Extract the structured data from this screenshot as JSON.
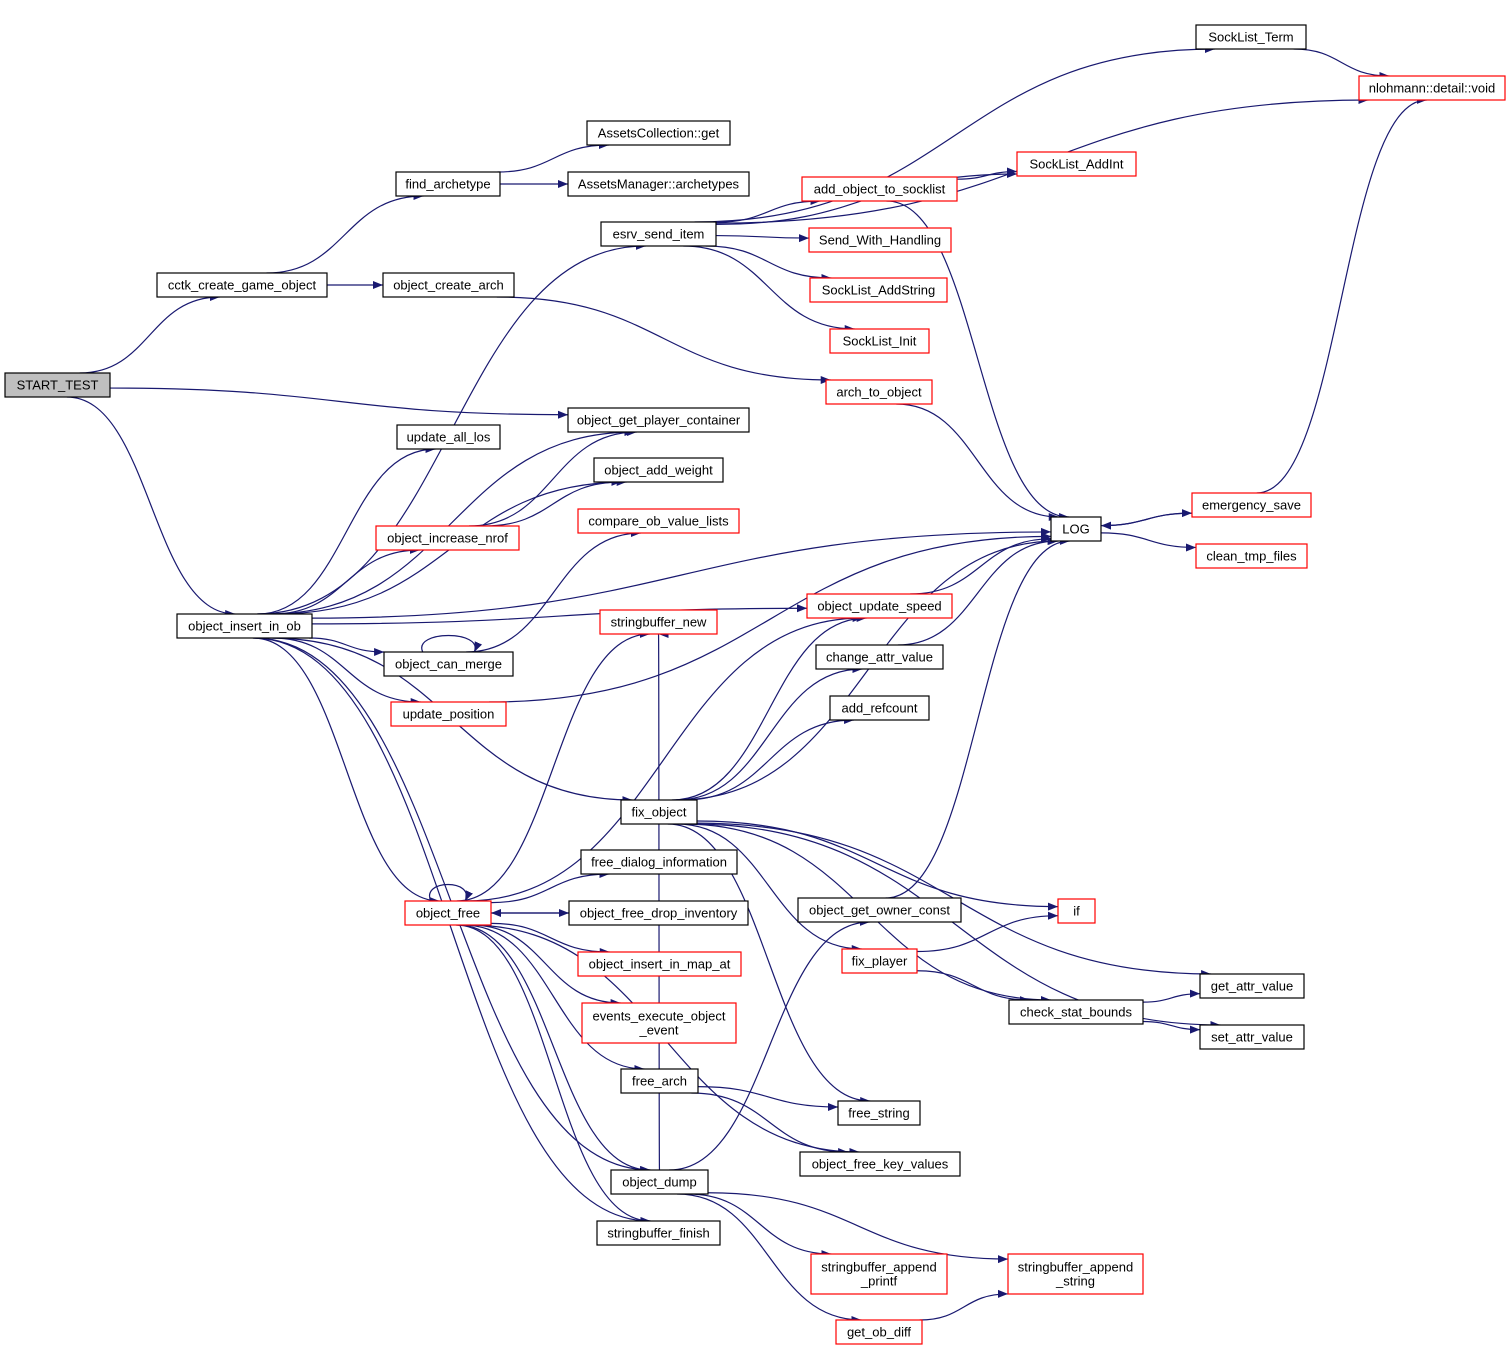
{
  "graph": {
    "root": "START_TEST",
    "nodes": {
      "start_test": {
        "label": [
          "START_TEST"
        ],
        "style": "root"
      },
      "cctk": {
        "label": [
          "cctk_create_game_object"
        ],
        "style": "normal"
      },
      "find_arch": {
        "label": [
          "find_archetype"
        ],
        "style": "normal"
      },
      "assets_get": {
        "label": [
          "AssetsCollection::get"
        ],
        "style": "normal"
      },
      "assets_arch": {
        "label": [
          "AssetsManager::archetypes"
        ],
        "style": "normal"
      },
      "obj_create_arch": {
        "label": [
          "object_create_arch"
        ],
        "style": "normal"
      },
      "esrv_send_item": {
        "label": [
          "esrv_send_item"
        ],
        "style": "normal"
      },
      "socklist_term": {
        "label": [
          "SockList_Term"
        ],
        "style": "normal"
      },
      "nlohmann_void": {
        "label": [
          "nlohmann::detail::void"
        ],
        "style": "red"
      },
      "socklist_addint": {
        "label": [
          "SockList_AddInt"
        ],
        "style": "red"
      },
      "add_obj_socklist": {
        "label": [
          "add_object_to_socklist"
        ],
        "style": "red"
      },
      "send_with_handling": {
        "label": [
          "Send_With_Handling"
        ],
        "style": "red"
      },
      "socklist_addstring": {
        "label": [
          "SockList_AddString"
        ],
        "style": "red"
      },
      "socklist_init": {
        "label": [
          "SockList_Init"
        ],
        "style": "red"
      },
      "arch_to_object": {
        "label": [
          "arch_to_object"
        ],
        "style": "red"
      },
      "obj_get_player": {
        "label": [
          "object_get_player_container"
        ],
        "style": "normal"
      },
      "update_all_los": {
        "label": [
          "update_all_los"
        ],
        "style": "normal"
      },
      "obj_add_weight": {
        "label": [
          "object_add_weight"
        ],
        "style": "normal"
      },
      "obj_increase_nrof": {
        "label": [
          "object_increase_nrof"
        ],
        "style": "red"
      },
      "compare_ob": {
        "label": [
          "compare_ob_value_lists"
        ],
        "style": "red"
      },
      "log": {
        "label": [
          "LOG"
        ],
        "style": "normal"
      },
      "emergency_save": {
        "label": [
          "emergency_save"
        ],
        "style": "red"
      },
      "clean_tmp": {
        "label": [
          "clean_tmp_files"
        ],
        "style": "red"
      },
      "obj_insert_in_ob": {
        "label": [
          "object_insert_in_ob"
        ],
        "style": "normal"
      },
      "obj_update_speed": {
        "label": [
          "object_update_speed"
        ],
        "style": "red"
      },
      "stringbuffer_new": {
        "label": [
          "stringbuffer_new"
        ],
        "style": "red"
      },
      "obj_can_merge": {
        "label": [
          "object_can_merge"
        ],
        "style": "normal"
      },
      "change_attr": {
        "label": [
          "change_attr_value"
        ],
        "style": "normal"
      },
      "update_position": {
        "label": [
          "update_position"
        ],
        "style": "red"
      },
      "add_refcount": {
        "label": [
          "add_refcount"
        ],
        "style": "normal"
      },
      "fix_object": {
        "label": [
          "fix_object"
        ],
        "style": "normal"
      },
      "free_dialog": {
        "label": [
          "free_dialog_information"
        ],
        "style": "normal"
      },
      "obj_free": {
        "label": [
          "object_free"
        ],
        "style": "red"
      },
      "obj_free_drop": {
        "label": [
          "object_free_drop_inventory"
        ],
        "style": "normal"
      },
      "obj_get_owner": {
        "label": [
          "object_get_owner_const"
        ],
        "style": "normal"
      },
      "if": {
        "label": [
          "if"
        ],
        "style": "red"
      },
      "obj_insert_map": {
        "label": [
          "object_insert_in_map_at"
        ],
        "style": "red"
      },
      "fix_player": {
        "label": [
          "fix_player"
        ],
        "style": "red"
      },
      "events_exec": {
        "label": [
          "events_execute_object",
          "_event"
        ],
        "style": "red"
      },
      "get_attr": {
        "label": [
          "get_attr_value"
        ],
        "style": "normal"
      },
      "check_stat": {
        "label": [
          "check_stat_bounds"
        ],
        "style": "normal"
      },
      "set_attr": {
        "label": [
          "set_attr_value"
        ],
        "style": "normal"
      },
      "free_arch": {
        "label": [
          "free_arch"
        ],
        "style": "normal"
      },
      "free_string": {
        "label": [
          "free_string"
        ],
        "style": "normal"
      },
      "obj_free_kv": {
        "label": [
          "object_free_key_values"
        ],
        "style": "normal"
      },
      "obj_dump": {
        "label": [
          "object_dump"
        ],
        "style": "normal"
      },
      "stringbuffer_finish": {
        "label": [
          "stringbuffer_finish"
        ],
        "style": "normal"
      },
      "sb_append_printf": {
        "label": [
          "stringbuffer_append",
          "_printf"
        ],
        "style": "red"
      },
      "sb_append_string": {
        "label": [
          "stringbuffer_append",
          "_string"
        ],
        "style": "red"
      },
      "get_ob_diff": {
        "label": [
          "get_ob_diff"
        ],
        "style": "red"
      }
    },
    "edges": [
      [
        "start_test",
        "cctk"
      ],
      [
        "start_test",
        "obj_get_player"
      ],
      [
        "start_test",
        "obj_insert_in_ob"
      ],
      [
        "cctk",
        "find_arch"
      ],
      [
        "cctk",
        "obj_create_arch"
      ],
      [
        "find_arch",
        "assets_get"
      ],
      [
        "find_arch",
        "assets_arch"
      ],
      [
        "obj_create_arch",
        "arch_to_object"
      ],
      [
        "esrv_send_item",
        "socklist_term"
      ],
      [
        "esrv_send_item",
        "nlohmann_void"
      ],
      [
        "esrv_send_item",
        "socklist_addint"
      ],
      [
        "esrv_send_item",
        "add_obj_socklist"
      ],
      [
        "esrv_send_item",
        "send_with_handling"
      ],
      [
        "esrv_send_item",
        "socklist_addstring"
      ],
      [
        "esrv_send_item",
        "socklist_init"
      ],
      [
        "socklist_term",
        "nlohmann_void"
      ],
      [
        "add_obj_socklist",
        "socklist_addint"
      ],
      [
        "add_obj_socklist",
        "log"
      ],
      [
        "arch_to_object",
        "log"
      ],
      [
        "obj_insert_in_ob",
        "esrv_send_item"
      ],
      [
        "obj_insert_in_ob",
        "obj_get_player"
      ],
      [
        "obj_insert_in_ob",
        "update_all_los"
      ],
      [
        "obj_insert_in_ob",
        "obj_add_weight"
      ],
      [
        "obj_insert_in_ob",
        "obj_increase_nrof"
      ],
      [
        "obj_insert_in_ob",
        "log"
      ],
      [
        "obj_insert_in_ob",
        "obj_can_merge"
      ],
      [
        "obj_insert_in_ob",
        "update_position"
      ],
      [
        "obj_insert_in_ob",
        "obj_update_speed"
      ],
      [
        "obj_insert_in_ob",
        "fix_object"
      ],
      [
        "obj_insert_in_ob",
        "obj_free"
      ],
      [
        "obj_insert_in_ob",
        "obj_dump"
      ],
      [
        "obj_insert_in_ob",
        "stringbuffer_finish"
      ],
      [
        "obj_increase_nrof",
        "obj_get_player"
      ],
      [
        "obj_increase_nrof",
        "obj_add_weight"
      ],
      [
        "obj_can_merge",
        "compare_ob"
      ],
      [
        "obj_can_merge",
        "obj_can_merge"
      ],
      [
        "update_position",
        "log"
      ],
      [
        "log",
        "emergency_save"
      ],
      [
        "log",
        "clean_tmp"
      ],
      [
        "emergency_save",
        "log"
      ],
      [
        "emergency_save",
        "nlohmann_void"
      ],
      [
        "obj_update_speed",
        "log"
      ],
      [
        "change_attr",
        "log"
      ],
      [
        "fix_object",
        "obj_update_speed"
      ],
      [
        "fix_object",
        "change_attr"
      ],
      [
        "fix_object",
        "add_refcount"
      ],
      [
        "fix_object",
        "log"
      ],
      [
        "fix_object",
        "if"
      ],
      [
        "fix_object",
        "fix_player"
      ],
      [
        "fix_object",
        "get_attr"
      ],
      [
        "fix_object",
        "check_stat"
      ],
      [
        "fix_object",
        "set_attr"
      ],
      [
        "fix_object",
        "free_string"
      ],
      [
        "fix_player",
        "if"
      ],
      [
        "fix_player",
        "check_stat"
      ],
      [
        "check_stat",
        "get_attr"
      ],
      [
        "check_stat",
        "set_attr"
      ],
      [
        "obj_get_owner",
        "log"
      ],
      [
        "obj_free",
        "stringbuffer_new"
      ],
      [
        "obj_free",
        "obj_update_speed"
      ],
      [
        "obj_free",
        "free_dialog"
      ],
      [
        "obj_free",
        "obj_free_drop"
      ],
      [
        "obj_free",
        "obj_insert_map"
      ],
      [
        "obj_free",
        "events_exec"
      ],
      [
        "obj_free",
        "free_arch"
      ],
      [
        "obj_free",
        "obj_free_kv"
      ],
      [
        "obj_free",
        "obj_dump"
      ],
      [
        "obj_free",
        "stringbuffer_finish"
      ],
      [
        "obj_free",
        "obj_free"
      ],
      [
        "obj_free_drop",
        "obj_free"
      ],
      [
        "free_arch",
        "free_string"
      ],
      [
        "free_arch",
        "obj_free_kv"
      ],
      [
        "obj_dump",
        "stringbuffer_new"
      ],
      [
        "obj_dump",
        "obj_get_owner"
      ],
      [
        "obj_dump",
        "sb_append_printf"
      ],
      [
        "obj_dump",
        "sb_append_string"
      ],
      [
        "obj_dump",
        "get_ob_diff"
      ],
      [
        "get_ob_diff",
        "sb_append_string"
      ]
    ]
  }
}
